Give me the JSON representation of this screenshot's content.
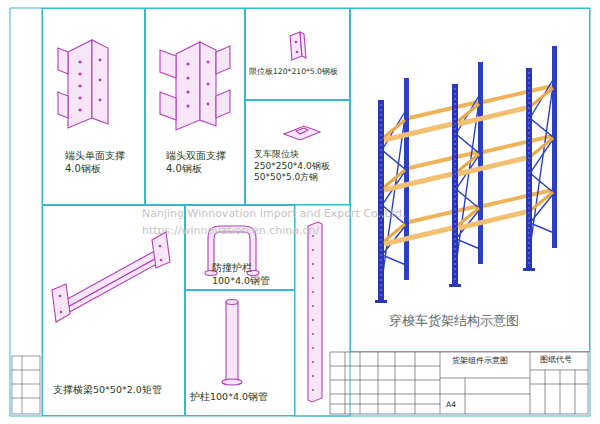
{
  "diagram": {
    "nodes": [
      {
        "text": [
          "端头单面支撑 4.0钢板"
        ]
      },
      {
        "text": [
          "端头双面支撑 4.0钢板"
        ]
      },
      {
        "text": [
          "限位板120*210*5.0钢板"
        ]
      },
      {
        "text": [
          "叉车限位块 250*250*4.0钢板 50*50*5.0方钢"
        ]
      },
      {
        "text": [
          "穿梭车货架结构示意图"
        ]
      },
      {
        "text": [
          "支撑横梁50*50*2.0矩管"
        ]
      },
      {
        "text": [
          "防撞护栏 100*4.0钢管"
        ]
      },
      {
        "text": [
          "护柱100*4.0钢管"
        ]
      }
    ],
    "labels": [
      "Nanjing Winnovation Import and Export Co.,Ltd.",
      "https://winnovation.en.china.cn/",
      "货架组件示意图",
      "图纸代号",
      "A4"
    ]
  }
}
